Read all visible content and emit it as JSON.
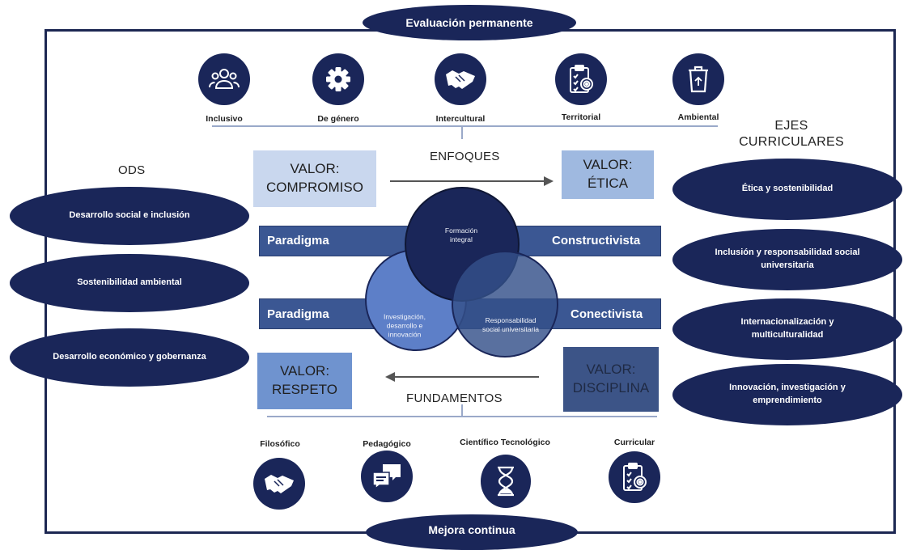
{
  "top_banner": "Evaluación permanente",
  "bottom_banner": "Mejora continua",
  "enfoques": {
    "heading": "ENFOQUES",
    "items": [
      {
        "label": "Inclusivo",
        "icon": "people-group-icon"
      },
      {
        "label": "De género",
        "icon": "gear-icon"
      },
      {
        "label": "Intercultural",
        "icon": "handshake-icon"
      },
      {
        "label": "Territorial",
        "icon": "clipboard-target-icon"
      },
      {
        "label": "Ambiental",
        "icon": "recycle-bin-icon"
      }
    ]
  },
  "fundamentos": {
    "heading": "FUNDAMENTOS",
    "items": [
      {
        "label": "Filosófico",
        "icon": "handshake-icon"
      },
      {
        "label": "Pedagógico",
        "icon": "chat-bubbles-icon"
      },
      {
        "label": "Científico Tecnológico",
        "icon": "hourglass-icon"
      },
      {
        "label": "Curricular",
        "icon": "clipboard-target-icon"
      }
    ]
  },
  "ods": {
    "heading": "ODS",
    "items": [
      "Desarrollo social e inclusión",
      "Sostenibilidad ambiental",
      "Desarrollo económico y gobernanza"
    ]
  },
  "ejes": {
    "heading": "EJES\nCURRICULARES",
    "items": [
      "Ética y sostenibilidad",
      "Inclusión y responsabilidad social universitaria",
      "Internacionalización y multiculturalidad",
      "Innovación, investigación y emprendimiento"
    ]
  },
  "valores": {
    "compromiso": "VALOR:\nCOMPROMISO",
    "etica": "VALOR:\nÉTICA",
    "respeto": "VALOR:\nRESPETO",
    "disciplina": "VALOR:\nDISCIPLINA"
  },
  "paradigmas": {
    "row1_left": "Paradigma",
    "row1_right": "Constructivista",
    "row2_left": "Paradigma",
    "row2_right": "Conectivista"
  },
  "venn": {
    "top": "Formación\nintegral",
    "left": "Investigación,\ndesarrollo e\ninnovación",
    "right": "Responsabilidad\nsocial universitaria"
  },
  "colors": {
    "navy": "#1a2659",
    "band": "#3b5793",
    "valor_light": "#c9d7ee",
    "valor_mid": "#9fb9e0",
    "valor_blue": "#6f93cf",
    "valor_dark": "#3c5487"
  }
}
